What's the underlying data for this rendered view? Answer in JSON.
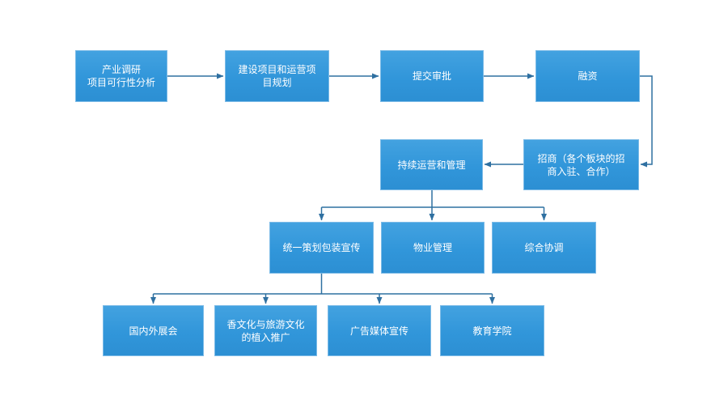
{
  "diagram": {
    "type": "flowchart",
    "colors": {
      "node_fill": "#3196da",
      "node_border": "#7cbbe7",
      "connector_color": "#2f70a1",
      "text_color": "#ffffff",
      "background": "#ffffff"
    },
    "nodes": [
      {
        "id": "industry-research",
        "label": "产业调研\n项目可行性分析"
      },
      {
        "id": "project-planning",
        "label": "建设项目和运营项\n目规划"
      },
      {
        "id": "submit-approval",
        "label": "提交审批"
      },
      {
        "id": "financing",
        "label": "融资"
      },
      {
        "id": "ongoing-operation",
        "label": "持续运营和管理"
      },
      {
        "id": "investment-attraction",
        "label": "招商（各个板块的招\n商入驻、合作）"
      },
      {
        "id": "unified-promotion",
        "label": "统一策划包装宣传"
      },
      {
        "id": "property-management",
        "label": "物业管理"
      },
      {
        "id": "comprehensive-coordination",
        "label": "综合协调"
      },
      {
        "id": "domestic-foreign-exhibitions",
        "label": "国内外展会"
      },
      {
        "id": "culture-tourism-promotion",
        "label": "香文化与旅游文化\n的植入推广"
      },
      {
        "id": "ad-media-publicity",
        "label": "广告媒体宣传"
      },
      {
        "id": "education-academy",
        "label": "教育学院"
      }
    ],
    "edges": [
      {
        "from": "industry-research",
        "to": "project-planning"
      },
      {
        "from": "project-planning",
        "to": "submit-approval"
      },
      {
        "from": "submit-approval",
        "to": "financing"
      },
      {
        "from": "financing",
        "to": "investment-attraction"
      },
      {
        "from": "investment-attraction",
        "to": "ongoing-operation"
      },
      {
        "from": "ongoing-operation",
        "to": "unified-promotion"
      },
      {
        "from": "ongoing-operation",
        "to": "property-management"
      },
      {
        "from": "ongoing-operation",
        "to": "comprehensive-coordination"
      },
      {
        "from": "unified-promotion",
        "to": "domestic-foreign-exhibitions"
      },
      {
        "from": "unified-promotion",
        "to": "culture-tourism-promotion"
      },
      {
        "from": "unified-promotion",
        "to": "ad-media-publicity"
      },
      {
        "from": "unified-promotion",
        "to": "education-academy"
      }
    ]
  }
}
